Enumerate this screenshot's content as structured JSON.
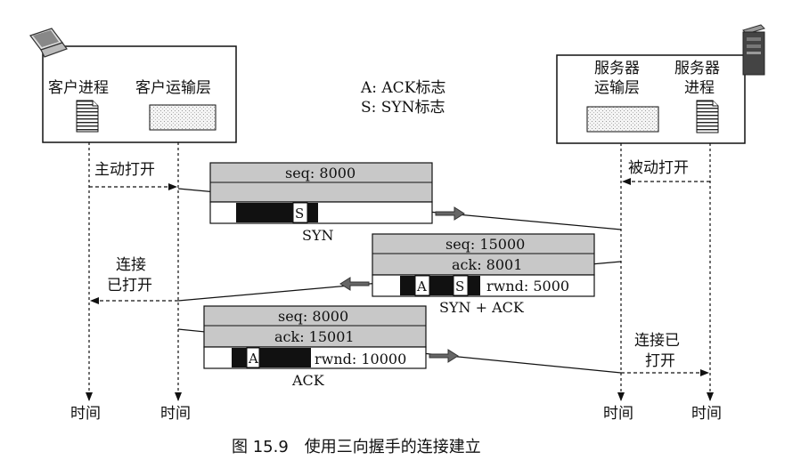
{
  "legend": {
    "a": "A: ACK标志",
    "s": "S: SYN标志"
  },
  "client": {
    "process": "客户进程",
    "transport": "客户运输层"
  },
  "server": {
    "transport_line1": "服务器",
    "transport_line2": "运输层",
    "process_line1": "服务器",
    "process_line2": "进程"
  },
  "events": {
    "active_open": "主动打开",
    "passive_open": "被动打开",
    "conn_open_client_l1": "连接",
    "conn_open_client_l2": "已打开",
    "conn_open_server_l1": "连接已",
    "conn_open_server_l2": "打开"
  },
  "segments": {
    "syn": {
      "seq": "seq: 8000",
      "flag_s": "S",
      "label": "SYN"
    },
    "synack": {
      "seq": "seq: 15000",
      "ack": "ack: 8001",
      "flag_a": "A",
      "flag_s": "S",
      "rwnd": "rwnd: 5000",
      "label": "SYN + ACK"
    },
    "ack": {
      "seq": "seq: 8000",
      "ack": "ack: 15001",
      "flag_a": "A",
      "rwnd": "rwnd: 10000",
      "label": "ACK"
    }
  },
  "time_label": "时间",
  "caption": "图 15.9　使用三向握手的连接建立"
}
